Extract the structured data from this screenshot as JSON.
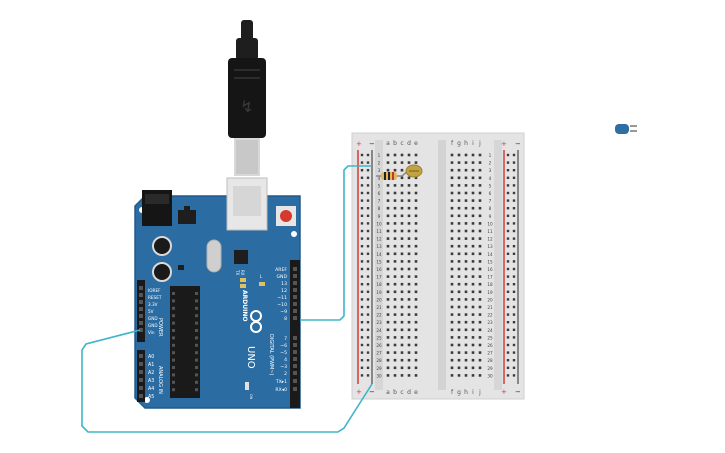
{
  "arduino": {
    "brand": "ARDUINO",
    "model": "UNO",
    "digital_title": "DIGITAL (PWM~)",
    "power_title": "POWER",
    "analog_title": "ANALOG IN",
    "tx_label": "TX",
    "rx_label": "RX",
    "l_label": "L",
    "on_label": "ON",
    "digital_pins": [
      "AREF",
      "GND",
      "13",
      "12",
      "~11",
      "~10",
      "~9",
      "8",
      "7",
      "~6",
      "~5",
      "4",
      "~3",
      "2",
      "TX▸1",
      "RX◂0"
    ],
    "power_pins": [
      "IOREF",
      "RESET",
      "3.3V",
      "5V",
      "GND",
      "GND",
      "Vin"
    ],
    "analog_pins": [
      "A0",
      "A1",
      "A2",
      "A3",
      "A4",
      "A5"
    ],
    "board_color": "#2b6ca3"
  },
  "breadboard": {
    "column_letters_left": [
      "a",
      "b",
      "c",
      "d",
      "e"
    ],
    "column_letters_right": [
      "f",
      "g",
      "h",
      "i",
      "j"
    ],
    "row_numbers": [
      "1",
      "2",
      "3",
      "4",
      "5",
      "6",
      "7",
      "8",
      "9",
      "10",
      "11",
      "12",
      "13",
      "14",
      "15",
      "16",
      "17",
      "18",
      "19",
      "20",
      "21",
      "22",
      "23",
      "24",
      "25",
      "26",
      "27",
      "28",
      "29",
      "30"
    ],
    "rail_plus": "+",
    "rail_minus": "−"
  },
  "wires": {
    "color": "#3fb5c8"
  },
  "components": [
    "resistor",
    "photoresistor",
    "capacitor"
  ]
}
